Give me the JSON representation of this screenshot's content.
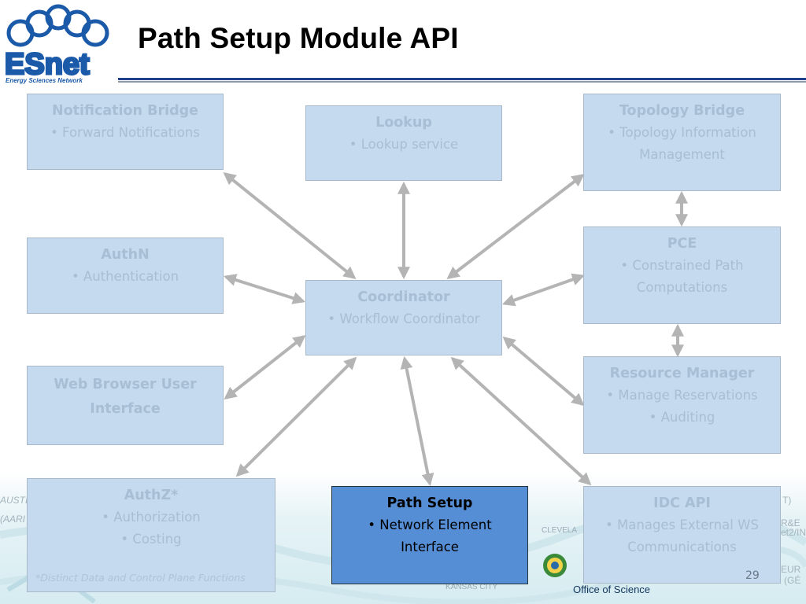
{
  "logo": {
    "name": "ESnet",
    "tagline": "Energy Sciences Network"
  },
  "title": "Path Setup Module API",
  "boxes": {
    "notification_bridge": {
      "title": "Notification Bridge",
      "lines": [
        "• Forward Notifications"
      ]
    },
    "lookup": {
      "title": "Lookup",
      "lines": [
        "• Lookup service"
      ]
    },
    "topology_bridge": {
      "title": "Topology Bridge",
      "lines": [
        "• Topology Information",
        "Management"
      ]
    },
    "authn": {
      "title": "AuthN",
      "lines": [
        "• Authentication"
      ]
    },
    "pce": {
      "title": "PCE",
      "lines": [
        "• Constrained Path",
        "Computations"
      ]
    },
    "coordinator": {
      "title": "Coordinator",
      "lines": [
        "• Workflow Coordinator"
      ]
    },
    "web_browser_ui": {
      "title": "Web Browser User Interface",
      "lines": []
    },
    "resource_manager": {
      "title": "Resource Manager",
      "lines": [
        "• Manage Reservations",
        "• Auditing"
      ]
    },
    "authz": {
      "title": "AuthZ*",
      "lines": [
        "• Authorization",
        "• Costing"
      ]
    },
    "path_setup": {
      "title": "Path Setup",
      "lines": [
        "• Network Element",
        "Interface"
      ]
    },
    "idc_api": {
      "title": "IDC API",
      "lines": [
        "• Manages External WS",
        "Communications"
      ]
    }
  },
  "footnote": "*Distinct Data and Control Plane Functions",
  "page_number": "29",
  "sponsor": {
    "office": "Office of Science"
  },
  "background_map_labels": [
    "AUSTI",
    "(AARI",
    "CLEVELA",
    "KANSAS CITY",
    "R&E",
    "et2/IN",
    "EUR",
    "(GÉ",
    "T)"
  ],
  "colors": {
    "box_fill": "#c5d9ef",
    "box_text": "#a8bed4",
    "active_fill": "#558ed5",
    "arrow": "#b4b4b4",
    "title_rule": "#1f3e8c",
    "logo_blue": "#1b5aa8"
  }
}
